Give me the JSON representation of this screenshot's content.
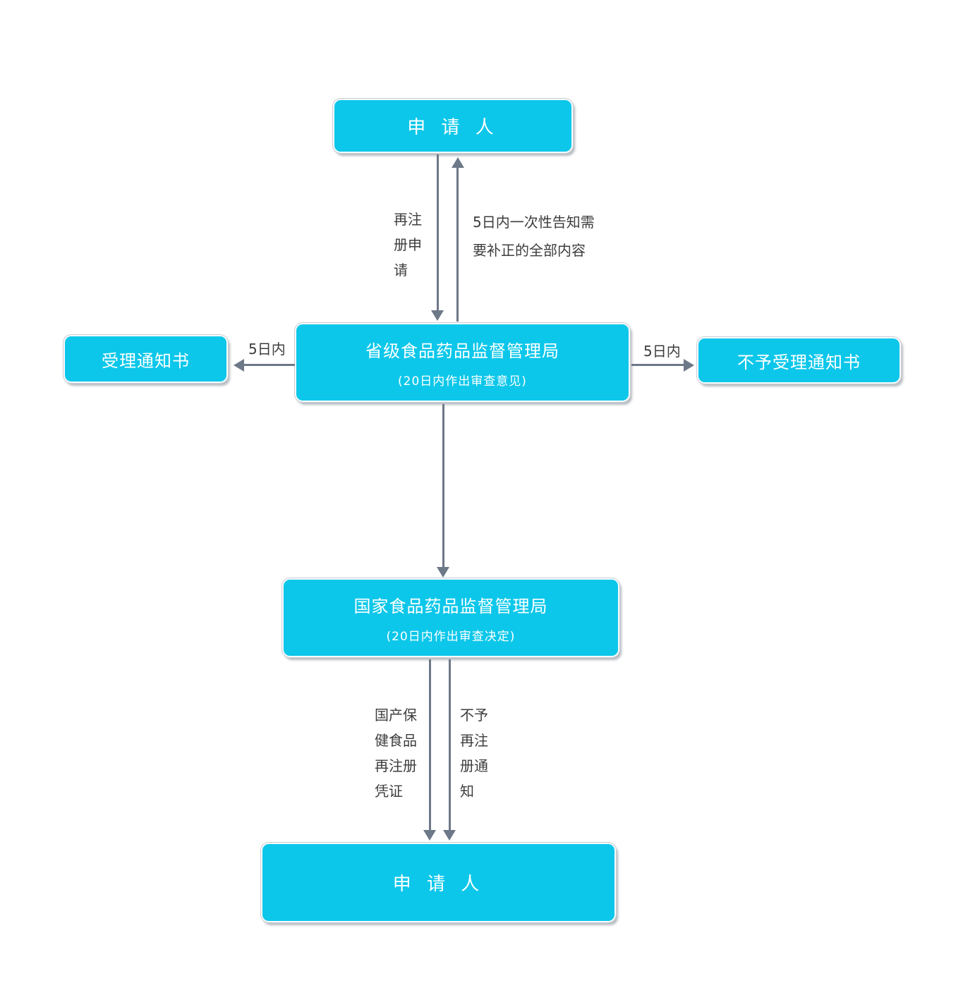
{
  "nodes": {
    "applicant_top": {
      "label": "申 请 人"
    },
    "provincial": {
      "title": "省级食品药品监督管理局",
      "subtitle": "(20日内作出审查意见)"
    },
    "accept_notice": {
      "label": "受理通知书"
    },
    "reject_notice": {
      "label": "不予受理通知书"
    },
    "national": {
      "title": "国家食品药品监督管理局",
      "subtitle": "(20日内作出审查决定)"
    },
    "applicant_bottom": {
      "label": "申 请 人"
    }
  },
  "edge_labels": {
    "renew_application": {
      "lines": [
        "再注",
        "册申",
        "请"
      ]
    },
    "supplement_notice": {
      "lines": [
        "5日内一次性告知需",
        "要补正的全部内容"
      ]
    },
    "five_days_to_accept": "5日内",
    "five_days_to_reject": "5日内",
    "certificate": {
      "lines": [
        "国产保",
        "健食品",
        "再注册",
        "凭证"
      ]
    },
    "no_renewal_notice": {
      "lines": [
        "不予",
        "再注",
        "册通",
        "知"
      ]
    }
  },
  "colors": {
    "node_fill": "#0cc7ea",
    "node_text": "#ffffff",
    "arrow": "#6d7888",
    "label_text": "#3d3d3d",
    "node_border": "#f7fafc"
  }
}
